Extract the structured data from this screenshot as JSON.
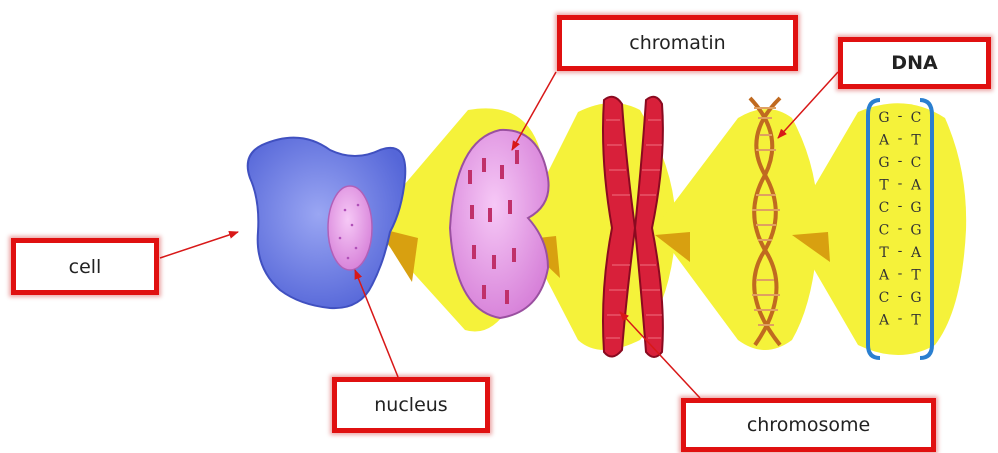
{
  "labels": {
    "chromatin": "chromatin",
    "dna": "DNA",
    "cell": "cell",
    "nucleus": "nucleus",
    "chromosome": "chromosome"
  },
  "dna_sequence": {
    "left_strand": [
      "G",
      "A",
      "G",
      "T",
      "C",
      "C",
      "T",
      "A",
      "C",
      "A"
    ],
    "right_strand": [
      "C",
      "T",
      "C",
      "A",
      "G",
      "G",
      "A",
      "T",
      "G",
      "T"
    ]
  },
  "colors": {
    "cone": "#f5f23a",
    "cell": "#6f7fe6",
    "nucleus": "#e79ae8",
    "chromosome": "#d8203a",
    "dna_helix": "#d98a3a",
    "label_border": "#e01010",
    "arrow": "#d81818",
    "bracket": "#2a7fd0"
  }
}
